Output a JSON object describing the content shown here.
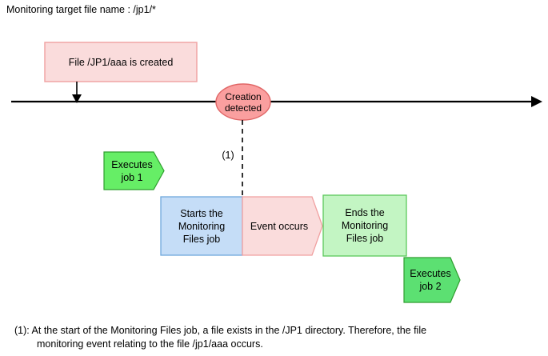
{
  "header": {
    "caption": "Monitoring target file name : /jp1/*"
  },
  "timeline": {
    "label": "timeline-axis"
  },
  "shapes": {
    "file_created_box": {
      "label": "File /JP1/aaa is created",
      "fill": "#fadcdc",
      "stroke": "#f0a0a0"
    },
    "creation_detected_ellipse": {
      "line1": "Creation",
      "line2": "detected",
      "fill": "#fa9f9f",
      "stroke": "#e06666"
    },
    "note_reference": {
      "label": "(1)"
    },
    "executes_job1": {
      "line1": "Executes",
      "line2": "job 1",
      "fill": "#66ee66",
      "stroke": "#2f9e2f"
    },
    "starts_monitoring_files_job": {
      "line1": "Starts the",
      "line2": "Monitoring",
      "line3": "Files job",
      "fill": "#c5ddf7",
      "stroke": "#6fa8dc"
    },
    "event_occurs": {
      "label": "Event occurs",
      "fill": "#fadcdc",
      "stroke": "#f0a0a0"
    },
    "ends_monitoring_files_job": {
      "line1": "Ends the",
      "line2": "Monitoring",
      "line3": "Files job",
      "fill": "#c3f5c3",
      "stroke": "#5bc85b"
    },
    "executes_job2": {
      "line1": "Executes",
      "line2": "job 2",
      "fill": "#5ce072",
      "stroke": "#2f9e2f"
    }
  },
  "footnote": {
    "line1": "(1): At the start of the Monitoring Files job, a file exists in the /JP1 directory. Therefore, the file",
    "line2": "monitoring event relating to the file /jp1/aaa occurs."
  },
  "colors": {
    "pink_fill": "#fadcdc",
    "pink_stroke": "#f0a0a0",
    "ellipse_fill": "#fa9f9f",
    "blue_fill": "#c5ddf7",
    "blue_stroke": "#6fa8dc",
    "green_bright": "#66ee66",
    "green_light": "#c3f5c3",
    "green_mid": "#5ce072",
    "line": "#000000"
  }
}
